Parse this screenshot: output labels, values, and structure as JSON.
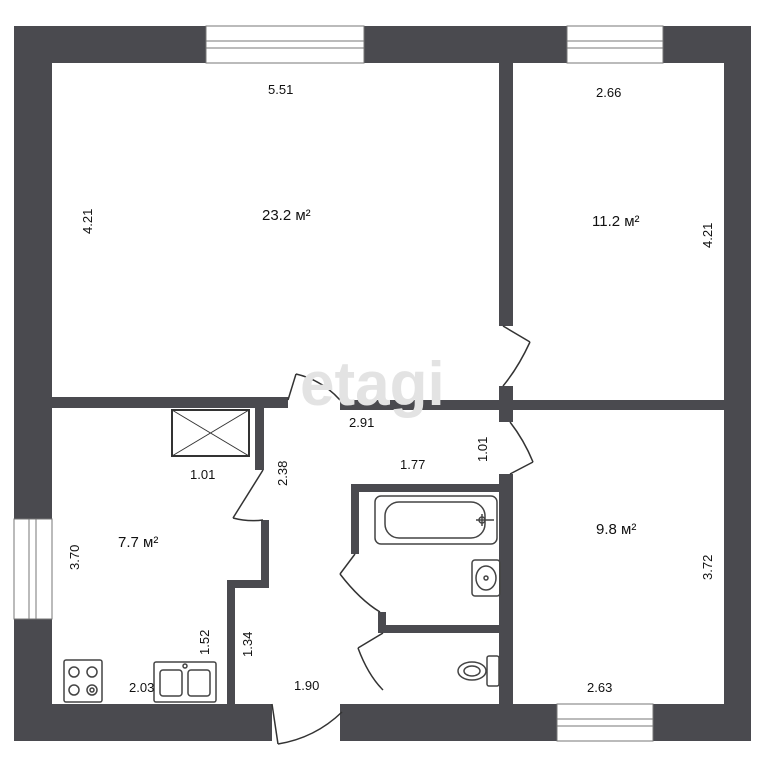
{
  "floorplan": {
    "watermark": "etagi",
    "colors": {
      "wall": "#4a4a4f",
      "fixture": "#555555",
      "watermark": "#e3e3e3"
    },
    "rooms": [
      {
        "id": "living-room",
        "area": "23.2 м²",
        "width": "5.51",
        "height": "4.21"
      },
      {
        "id": "bedroom-top-right",
        "area": "11.2 м²",
        "width": "2.66",
        "height": "4.21"
      },
      {
        "id": "kitchen",
        "area": "7.7 м²",
        "height": "3.70"
      },
      {
        "id": "bedroom-bottom-right",
        "area": "9.8 м²",
        "width": "2.63",
        "height": "3.72"
      }
    ],
    "dimensions": {
      "hall_top": "2.91",
      "hall_door_gap": "1.01",
      "bath_width": "1.77",
      "closet_width": "1.01",
      "hall_diagonal": "2.38",
      "kitchen_bump": "1.52",
      "hall_lower": "1.34",
      "kitchen_bottom": "2.03",
      "entry_width": "1.90"
    },
    "icons": [
      "bathtub-icon",
      "sink-icon",
      "toilet-icon",
      "stove-icon",
      "kitchen-sink-icon",
      "shaft-icon"
    ]
  }
}
